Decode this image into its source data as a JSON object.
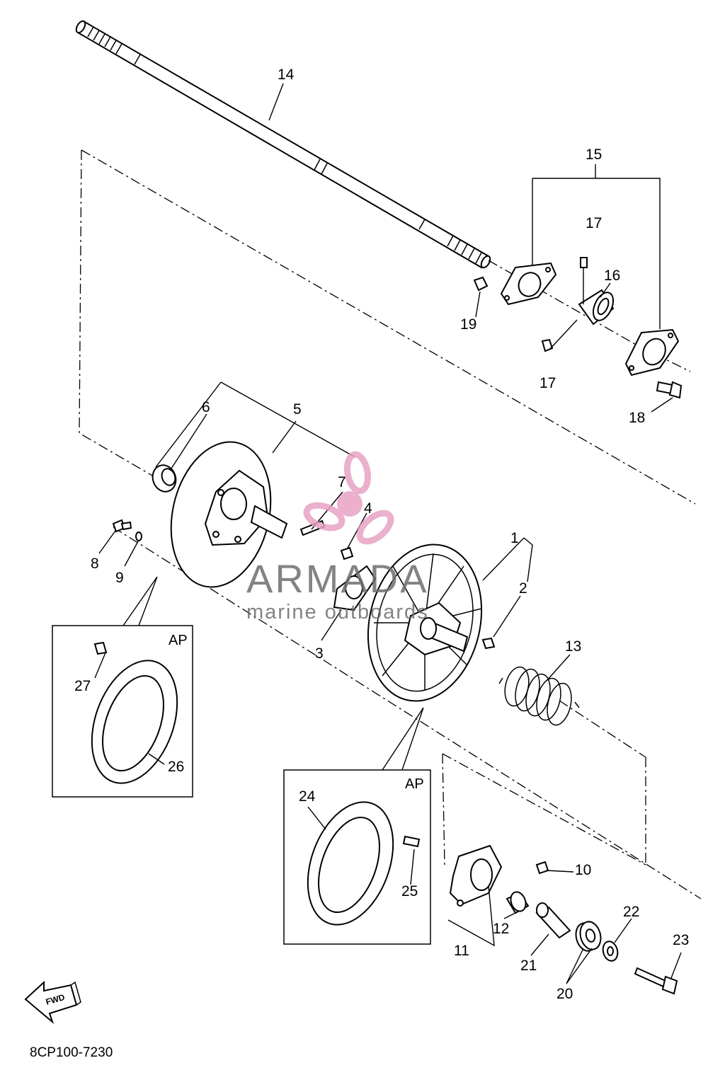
{
  "diagram": {
    "part_labels": {
      "p1": "1",
      "p2": "2",
      "p3": "3",
      "p4": "4",
      "p5": "5",
      "p6": "6",
      "p7": "7",
      "p8": "8",
      "p9": "9",
      "p10": "10",
      "p11": "11",
      "p12": "12",
      "p13": "13",
      "p14": "14",
      "p15": "15",
      "p16": "16",
      "p17a": "17",
      "p17b": "17",
      "p18": "18",
      "p19": "19",
      "p20": "20",
      "p21": "21",
      "p22": "22",
      "p23": "23",
      "p24": "24",
      "p25": "25",
      "p26": "26",
      "p27": "27"
    },
    "inset_left_label": "AP",
    "inset_right_label": "AP",
    "fwd_arrow_text": "FWD",
    "drawing_code": "8CP100-7230"
  },
  "watermark": {
    "brand": "ARMADA",
    "tagline": "marine outboards",
    "logo_color": "#e7a3c4",
    "text_color": "#6e6e6e"
  }
}
